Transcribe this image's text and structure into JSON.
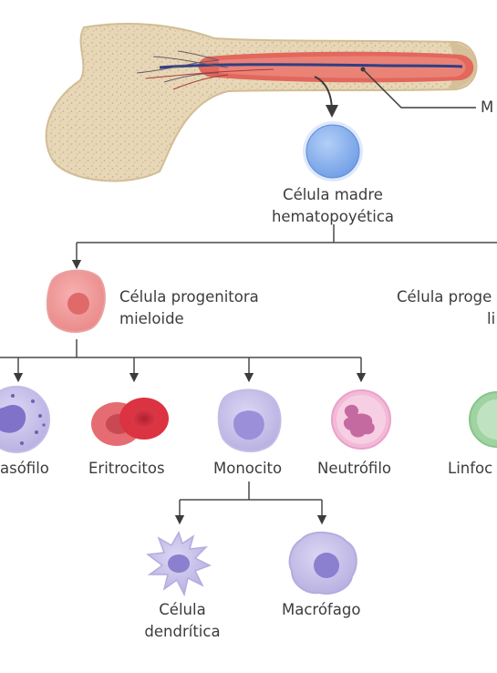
{
  "labels": {
    "marrow_callout": "M",
    "hsc_line1": "Célula madre",
    "hsc_line2": "hematopoyética",
    "myeloid_line1": "Célula progenitora",
    "myeloid_line2": "mieloide",
    "lymphoid_line1": "Célula proge",
    "lymphoid_line2": "li",
    "basophil": "asófilo",
    "erythrocytes": "Eritrocitos",
    "monocyte": "Monocito",
    "neutrophil": "Neutrófilo",
    "lymphocyte": "Linfoc",
    "dendritic_line1": "Célula",
    "dendritic_line2": "dendrítica",
    "macrophage": "Macrófago"
  },
  "colors": {
    "bone": "#e7d7b7",
    "bone_texture": "#c9b48d",
    "marrow": "#e2675c",
    "vessel": "#2f3f85",
    "connector": "#4a4a4a",
    "stem_cell": "#8fb6ef",
    "progenitor": "#f39c9c",
    "cell_purple": "#c9c3ea",
    "nucleus_purple": "#8b7fcf",
    "erythrocyte": "#d9323f",
    "neutrophil": "#f3b9d8",
    "lymphocyte": "#9fd3a2"
  }
}
